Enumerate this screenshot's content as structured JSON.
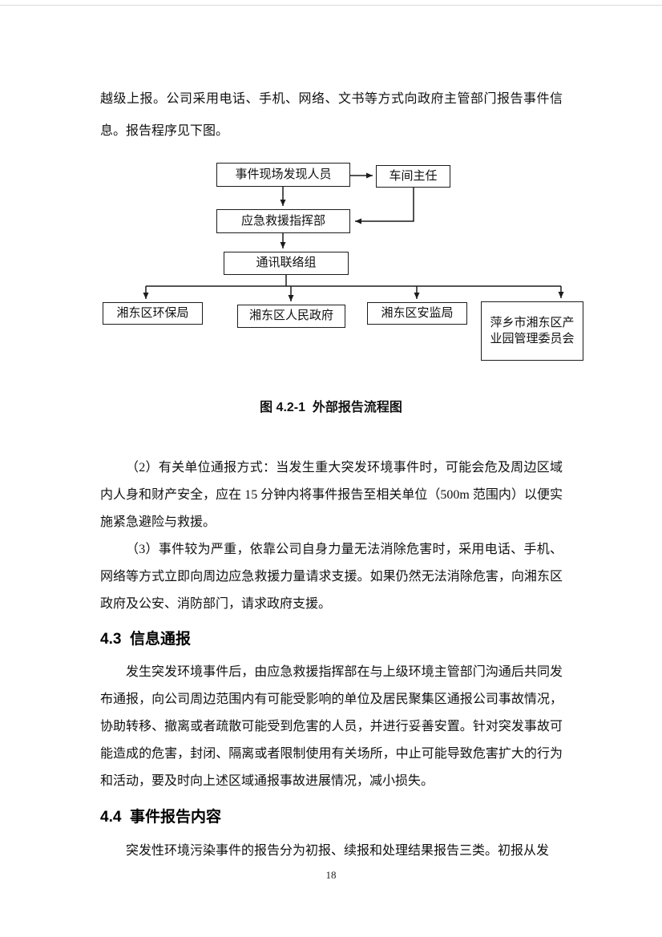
{
  "page_number": "18",
  "intro": "越级上报。公司采用电话、手机、网络、文书等方式向政府主管部门报告事件信息。报告程序见下图。",
  "flowchart": {
    "caption": "图 4.2-1  外部报告流程图",
    "nodes": {
      "site_discoverer": "事件现场发现人员",
      "workshop_director": "车间主任",
      "emergency_command": "应急救援指挥部",
      "communication_team": "通讯联络组",
      "epb": "湘东区环保局",
      "people_government": "湘东区人民政府",
      "safety_supervision": "湘东区安监局",
      "industry_park_committee": "萍乡市湘东区产业园管理委员会"
    }
  },
  "paragraph_2": "（2）有关单位通报方式：当发生重大突发环境事件时，可能会危及周边区域内人身和财产安全，应在 15 分钟内将事件报告至相关单位（500m 范围内）以便实施紧急避险与救援。",
  "paragraph_3": "（3）事件较为严重，依靠公司自身力量无法消除危害时，采用电话、手机、网络等方式立即向周边应急救援力量请求支援。如果仍然无法消除危害，向湘东区政府及公安、消防部门，请求政府支援。",
  "section_4_3": {
    "heading": "4.3  信息通报",
    "body": "发生突发环境事件后，由应急救援指挥部在与上级环境主管部门沟通后共同发布通报，向公司周边范围内有可能受影响的单位及居民聚集区通报公司事故情况，协助转移、撤离或者疏散可能受到危害的人员，并进行妥善安置。针对突发事故可能造成的危害，封闭、隔离或者限制使用有关场所，中止可能导致危害扩大的行为和活动，要及时向上述区域通报事故进展情况，减小损失。"
  },
  "section_4_4": {
    "heading": "4.4  事件报告内容",
    "body": "突发性环境污染事件的报告分为初报、续报和处理结果报告三类。初报从发"
  }
}
